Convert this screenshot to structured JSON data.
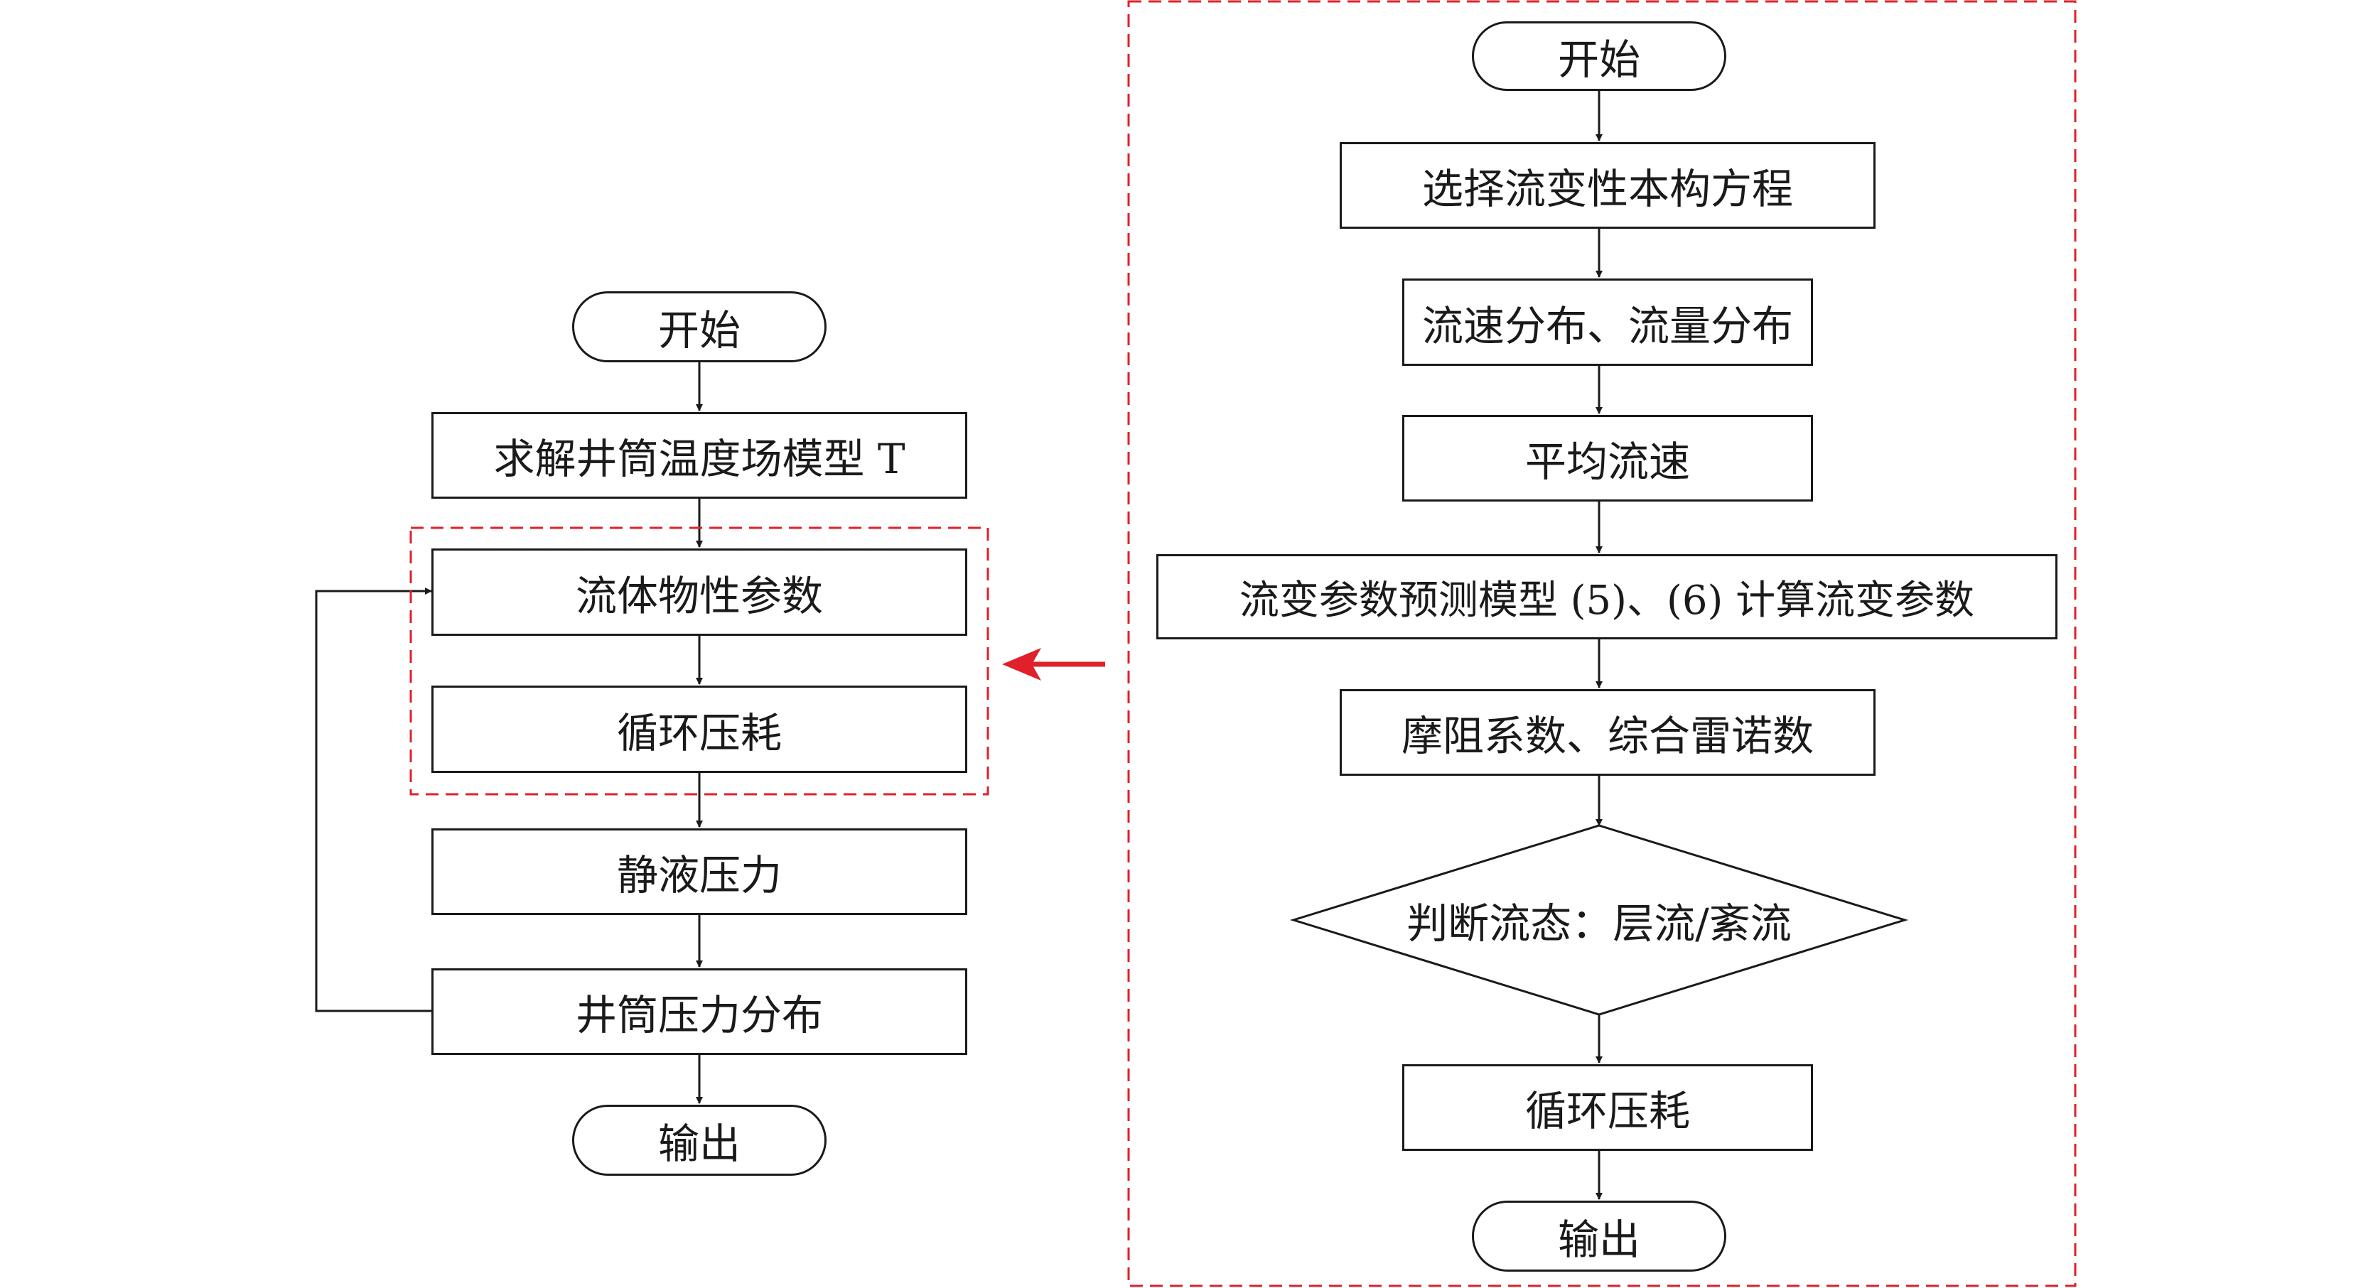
{
  "left_flow": {
    "start": "开始",
    "step1": "求解井筒温度场模型 T",
    "step2": "流体物性参数",
    "step3": "循环压耗",
    "step4": "静液压力",
    "step5": "井筒压力分布",
    "end": "输出"
  },
  "right_flow": {
    "start": "开始",
    "step1": "选择流变性本构方程",
    "step2": "流速分布、流量分布",
    "step3": "平均流速",
    "step4": "流变参数预测模型 (5)、(6) 计算流变参数",
    "step5": "摩阻系数、综合雷诺数",
    "decision": "判断流态：层流/紊流",
    "step6": "循环压耗",
    "end": "输出"
  },
  "colors": {
    "line": "#1a1a1a",
    "highlight": "#e0202a"
  }
}
